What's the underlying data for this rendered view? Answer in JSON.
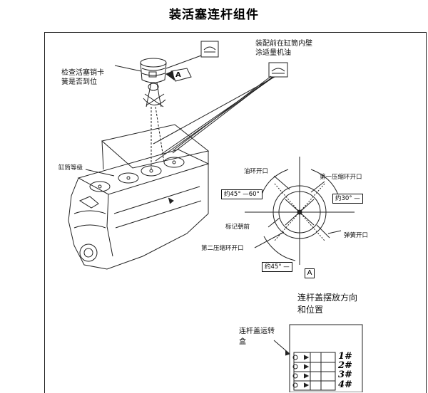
{
  "title": "装活塞连杆组件",
  "labels": {
    "pin_clip_check": "检查活塞销卡\n簧是否到位",
    "oil_before_install": "装配前在缸筒内壁\n涂适量机油",
    "cylinder_grade": "缸筒等级",
    "oil_ring_gap": "油环开口",
    "first_ring_gap": "第一压缩环开口",
    "mark_forward": "标记朝前",
    "spring_gap": "弹簧开口",
    "second_ring_gap": "第二压缩环开口",
    "angle_45_60": "约45° —60°",
    "angle_30": "约30° —",
    "angle_45": "约45° —",
    "view_a": "A",
    "arrow_a": "A",
    "cap_orientation": "连杆盖摆放方向\n和位置",
    "cap_box": "连杆盖运转\n盒"
  },
  "cap_numbers": [
    "1#",
    "2#",
    "3#",
    "4#"
  ],
  "colors": {
    "line": "#222222",
    "background": "#ffffff"
  }
}
